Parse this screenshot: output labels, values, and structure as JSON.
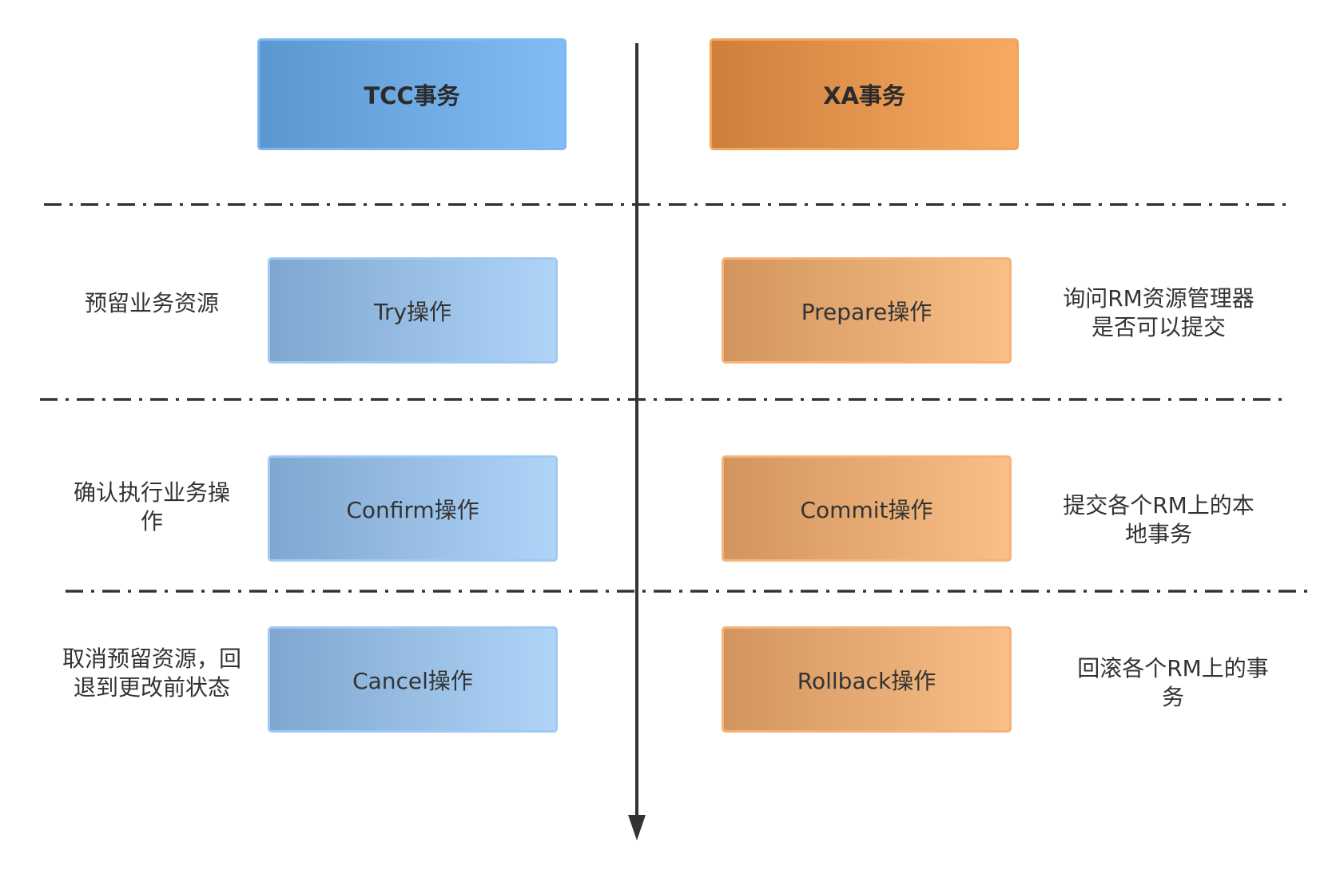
{
  "headers": {
    "left": "TCC事务",
    "right": "XA事务"
  },
  "operations": {
    "tcc": [
      "Try操作",
      "Confirm操作",
      "Cancel操作"
    ],
    "xa": [
      "Prepare操作",
      "Commit操作",
      "Rollback操作"
    ]
  },
  "notes": {
    "tcc": [
      "预留业务资源",
      "确认执行业务操\n作",
      "取消预留资源，回\n退到更改前状态"
    ],
    "xa": [
      "询问RM资源管理器\n是否可以提交",
      "提交各个RM上的本\n地事务",
      "回滚各个RM上的事\n务"
    ]
  },
  "colors": {
    "tcc_accent": "#82bcf6",
    "xa_accent": "#f8aa62",
    "line": "#333333"
  }
}
